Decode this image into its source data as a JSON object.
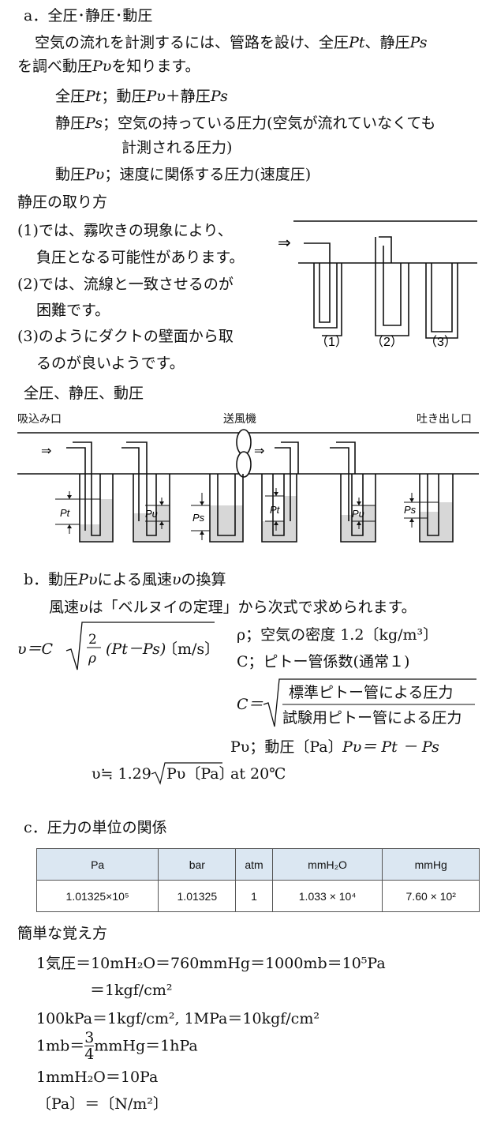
{
  "section_a": {
    "heading": "a．全圧･静圧･動圧",
    "intro_line1": "空気の流れを計測するには、管路を設け、全圧",
    "intro_pt": "Pt",
    "intro_mid": "、静圧",
    "intro_ps": "Ps",
    "intro_line2a": "を調べ動圧",
    "intro_pv": "Pυ",
    "intro_line2b": "を知ります。",
    "def_total_label": "全圧",
    "def_total_sym": "Pt",
    "def_total_text": "；動圧",
    "def_total_pv": "Pυ",
    "def_total_plus": "＋静圧",
    "def_total_ps": "Ps",
    "def_static_label": "静圧",
    "def_static_sym": "Ps",
    "def_static_text1": "；空気の持っている圧力(空気が流れていなくても",
    "def_static_text2": "計測される圧力)",
    "def_dyn_label": "動圧",
    "def_dyn_sym": "Pυ",
    "def_dyn_text": "；速度に関係する圧力(速度圧)"
  },
  "static_method": {
    "heading": "静圧の取り方",
    "lines": [
      "(1)では、霧吹きの現象により、",
      "負圧となる可能性があります。",
      "(2)では、流線と一致させるのが",
      "困難です。",
      "(3)のようにダクトの壁面から取",
      "るのが良いようです。"
    ],
    "arrow": "⇒",
    "labels": [
      "（1）",
      "（2）",
      "（3）"
    ]
  },
  "pressure_diagram": {
    "heading": "全圧、静圧、動圧",
    "inlet": "吸込み口",
    "fan": "送風機",
    "outlet": "吐き出し口",
    "arrow": "⇒",
    "gauge_labels": [
      "Pt",
      "Pυ",
      "Ps",
      "Pt",
      "Pυ",
      "Ps"
    ]
  },
  "section_b": {
    "heading": "b．動圧",
    "heading_pv": "Pυ",
    "heading_mid": "による風速",
    "heading_v": "υ",
    "heading_end": "の換算",
    "intro_a": "風速",
    "intro_v": "υ",
    "intro_b": "は「ベルヌイの定理」から次式で求められます。",
    "eq_lhs": "υ＝C",
    "eq_num": "2",
    "eq_den": "ρ",
    "eq_body": "(Pt－Ps)",
    "eq_unit": "〔m/s〕",
    "rho_def": "ρ；空気の密度 1.2〔kg/m³〕",
    "c_def": "C；ピトー管係数(通常１)",
    "c_eq": "C＝",
    "c_num": "標準ピトー管による圧力",
    "c_den": "試験用ピトー管による圧力",
    "pv_def": "Pυ；動圧〔Pa〕",
    "pv_eq": "Pυ＝ Pt － Ps",
    "approx_lhs": "υ≒ 1.29",
    "approx_rad": "Pυ〔Pa〕",
    "approx_cond": "at 20℃"
  },
  "section_c": {
    "heading": "c．圧力の単位の関係",
    "table": {
      "headers": [
        "Pa",
        "bar",
        "atm",
        "mmH₂O",
        "mmHg"
      ],
      "row": [
        "1.01325×10⁵",
        "1.01325",
        "1",
        "1.033 × 10⁴",
        "7.60 × 10²"
      ]
    },
    "memo_heading": "簡単な覚え方",
    "memo_1": "1気圧＝10mH₂O＝760mmHg＝1000mb＝10⁵Pa",
    "memo_2": "＝1kgf/cm²",
    "memo_3": "100kPa＝1kgf/cm², 1MPa＝10kgf/cm²",
    "memo_4a": "1mb＝",
    "memo_4_num": "3",
    "memo_4_den": "4",
    "memo_4b": "mmHg＝1hPa",
    "memo_5": "1mmH₂O＝10Pa",
    "memo_6": "〔Pa〕＝〔N/m²〕"
  }
}
